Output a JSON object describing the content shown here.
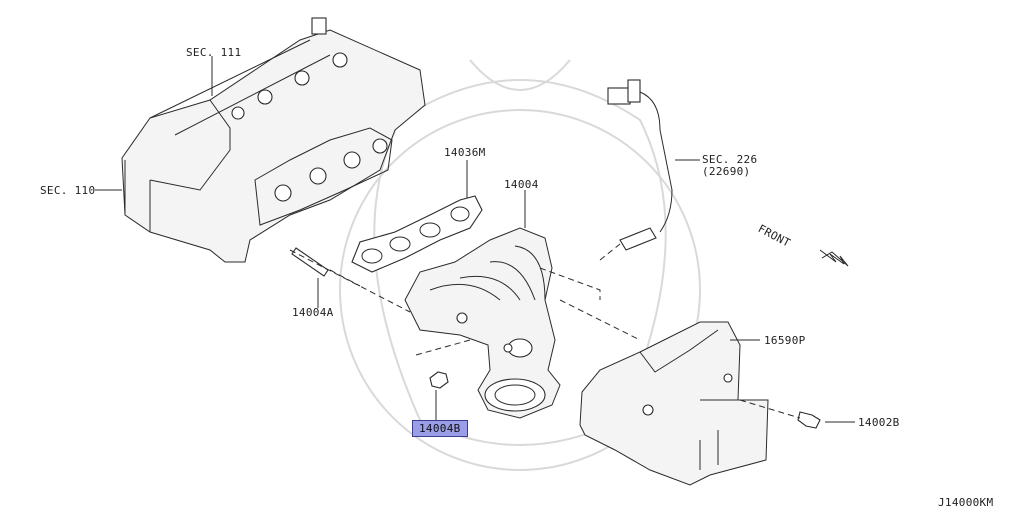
{
  "labels": {
    "sec111": "SEC. 111",
    "sec110": "SEC. 110",
    "p14036m": "14036M",
    "p14004": "14004",
    "sec226": "SEC. 226",
    "sec226_sub": "(22690)",
    "front": "FRONT",
    "p14004a": "14004A",
    "p16590p": "16590P",
    "p14004b": "14004B",
    "p14002b": "14002B",
    "diagram_code": "J14000KM"
  },
  "colors": {
    "highlight": "#9a9ee6",
    "line": "#2b2b2b"
  }
}
